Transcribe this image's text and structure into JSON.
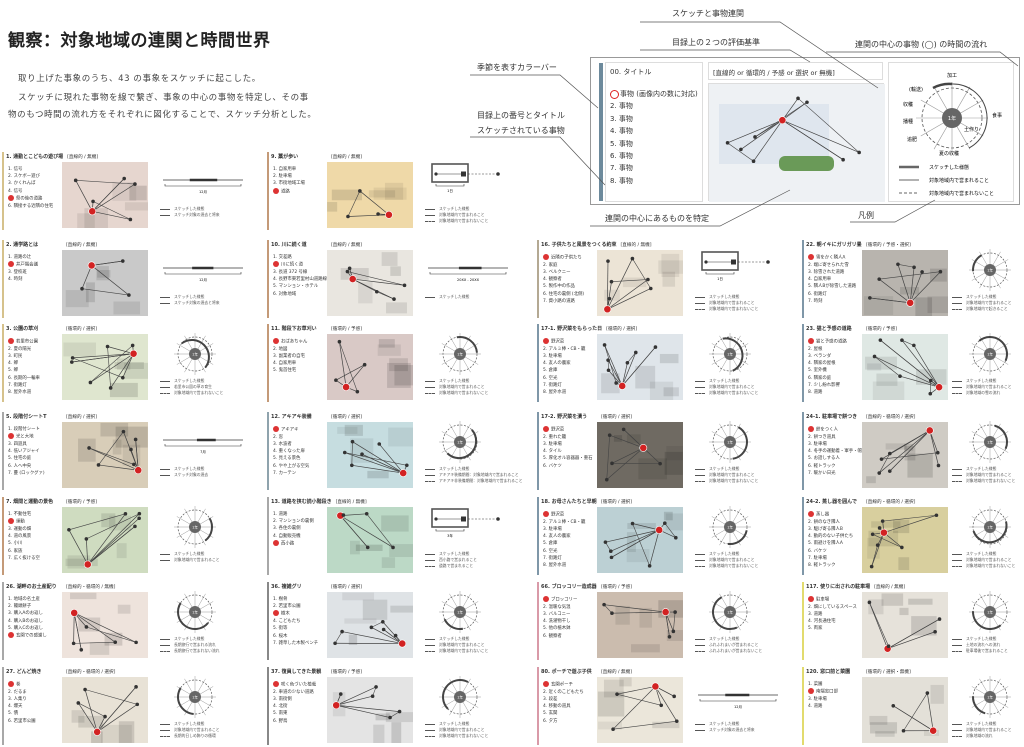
{
  "header": {
    "title": "観察：対象地域の連関と時間世界",
    "intro": [
      "取り上げた事象のうち、43 の事象をスケッチに起こした。",
      "スケッチに現れた事物を線で繋ぎ、事象の中心の事物を特定し、その事",
      "物のもつ時間の流れ方をそれぞれに図化することで、スケッチ分析とした。"
    ]
  },
  "legend": {
    "labels": {
      "sketch_relation": "スケッチと事物連関",
      "criteria": "目録上の２つの評価基準",
      "time_flow": "連関の中心の事物 (◯) の時間の流れ",
      "season_bar": "季節を表すカラーバー",
      "number_title": "目録上の番号とタイトル",
      "sketched_things": "スケッチされている事物",
      "center": "連関の中心にあるものを特定",
      "hanrei": "凡例"
    },
    "sample_title": "00. タイトル",
    "sample_items": [
      "事物 (画像内の数に対応)",
      "2. 事物",
      "3. 事物",
      "4. 事物",
      "5. 事物",
      "6. 事物",
      "7. 事物",
      "8. 事物"
    ],
    "sample_criteria": "[直線的 or 循環的 / 予感 or 選択 or 無機]",
    "clock": {
      "center": "1年",
      "labels": [
        "加工",
        "(輸送)",
        "収穫",
        "播種",
        "追肥",
        "夏の収穫",
        "土作り",
        "食事"
      ]
    },
    "keys": [
      "スケッチした様態",
      "対象地域内で営まれること",
      "対象地域内で営まれないこと"
    ]
  },
  "colors": {
    "accent": "#d22222",
    "bar_blue": "#7f97a8",
    "bar_tan": "#d6c28c",
    "bar_brown": "#c49a78",
    "bar_gray": "#a8a8a8",
    "bar_pink": "#d99aa8",
    "bar_yellow": "#e2db6e"
  },
  "cards": [
    {
      "col": 0,
      "row": 0,
      "bar": "#d6c28c",
      "title": "1. 通勤とこどもの遊び場",
      "criteria": "[直線的 / 無機]",
      "items": [
        "1. 信号",
        "2. スケボー遊び",
        "3. かくれんぼ",
        "4. 信号",
        "祭の後の道路",
        "6. 隣接する近隣の住宅"
      ],
      "hl": 4,
      "diagram": "line",
      "diag_label": "12月",
      "tone": "#e6d6cf",
      "legend": [
        "スケッチした様態",
        "スケッチ対象の過去と将来"
      ]
    },
    {
      "col": 0,
      "row": 1,
      "bar": "#d6c28c",
      "title": "2. 通学路とは",
      "criteria": "[直線的 / 無機]",
      "items": [
        "1. 道路の辻",
        "井戸端会議",
        "3. 登校班",
        "4. 時刻"
      ],
      "hl": 1,
      "diagram": "line",
      "diag_label": "12月",
      "tone": "#c9c9c9",
      "legend": [
        "スケッチした様態",
        "スケッチ対象の過去と将来"
      ]
    },
    {
      "col": 0,
      "row": 2,
      "bar": "#d6c28c",
      "title": "3. 公園の草刈",
      "criteria": "[循環的 / 選択]",
      "items": [
        "若里市公園",
        "2. 夏の陽光",
        "3. 町民",
        "4. 蝉",
        "5. 蝉",
        "6. 長期的一輪車",
        "7. 街路灯",
        "8. 屋外水道"
      ],
      "hl": 0,
      "diagram": "circle",
      "diag_label": "1年",
      "tone": "#dfe6cf",
      "legend": [
        "スケッチした様態",
        "若里市公園の草の育生",
        "対象地域内で営まれないこと"
      ]
    },
    {
      "col": 0,
      "row": 3,
      "bar": "#a8a8a8",
      "title": "5. 段階付シートT",
      "criteria": "[直線的 / 選択]",
      "items": [
        "1. 段階付シート",
        "光と大地",
        "3. 四遊具",
        "4. 低いアジャイ",
        "5. 住宅の庭",
        "6. 人へ中央",
        "7. 蔓 (ロックグァ)"
      ],
      "hl": 1,
      "diagram": "line",
      "diag_label": "7月",
      "tone": "#d8cdb8",
      "legend": [
        "スケッチした様態",
        "スケッチ対象の過去"
      ]
    },
    {
      "col": 0,
      "row": 4,
      "bar": "#c49a78",
      "title": "7. 畑間と運動の景色",
      "criteria": "[循環的 / 予感]",
      "items": [
        "1. 不動住宅",
        "運動",
        "3. 運動の畑",
        "4. 道の風景",
        "5. 小川",
        "6. 家族",
        "7. 広く抜ける空"
      ],
      "hl": 1,
      "diagram": "circle",
      "diag_label": "1年",
      "tone": "#cfdcc0",
      "legend": [
        "スケッチした様態",
        "対象地域内で営まれること"
      ]
    },
    {
      "col": 0,
      "row": 5,
      "bar": "#a8a8a8",
      "title": "26. 湖畔のお土産配り",
      "criteria": "[直線的・循環的 / 無機]",
      "items": [
        "1. 地域の名土産",
        "2. 饅頭餅子",
        "3. 購入Aのお返し",
        "4. 購入Bのお返し",
        "5. 購入Cのお返し",
        "玄関での感謝し"
      ],
      "hl": 5,
      "diagram": "circle",
      "diag_label": "1年",
      "tone": "#eee3dc",
      "legend": [
        "スケッチした様態",
        "長期旅行で営まれる流れ",
        "長期旅行で営まれない流れ"
      ]
    },
    {
      "col": 0,
      "row": 6,
      "bar": "#a8a8a8",
      "title": "27. どんど焼き",
      "criteria": "[直線的・循環的 / 選択]",
      "items": [
        "巻",
        "2. だるま",
        "3. 人集り",
        "4. 爆天",
        "5. 債",
        "6. 若里市公園"
      ],
      "hl": 0,
      "diagram": "circle",
      "diag_label": "1年",
      "tone": "#e8e2d6",
      "legend": [
        "スケッチした様態",
        "対象地域内で営まれること",
        "長期的日しめ飾りの循環"
      ]
    },
    {
      "col": 1,
      "row": 0,
      "bar": "#c49a78",
      "title": "9. 藁が歩い",
      "criteria": "[直線的 / 無機]",
      "items": [
        "1. 自家用車",
        "2. 駐車場",
        "3. 市街地域工場",
        "道路"
      ],
      "hl": 3,
      "diagram": "box",
      "diag_label": "1日",
      "tone": "#efd9a8",
      "legend": [
        "スケッチした様態",
        "対象地域内で営まれること",
        "対象地域内で営まれないこと"
      ]
    },
    {
      "col": 1,
      "row": 1,
      "bar": "#c49a78",
      "title": "10. 川に続く道",
      "criteria": "[直線的 / 無機]",
      "items": [
        "1. 交差路",
        "川に続く道",
        "3. 長道 372 号線",
        "4. 長野市東若里村山道路線",
        "5. マンション・ホテル",
        "6. 対象地域"
      ],
      "hl": 1,
      "diagram": "line",
      "diag_label": "20XX - 20XX",
      "tone": "#e9e6e0",
      "legend": [
        "スケッチした様態"
      ]
    },
    {
      "col": 1,
      "row": 2,
      "bar": "#c49a78",
      "title": "11. 階段下お草刈い",
      "criteria": "[循環的 / 予感]",
      "items": [
        "おばあちゃん",
        "2. 地図",
        "3. 副業者の自宅",
        "4. 自家用車",
        "5. 鬼首住宅"
      ],
      "hl": 0,
      "diagram": "circle",
      "diag_label": "1年",
      "tone": "#d9c9c6",
      "legend": [
        "スケッチした様態",
        "対象地域内で営まれること",
        "対象地域内で営まれないこと"
      ]
    },
    {
      "col": 1,
      "row": 3,
      "bar": "#8fa3ad",
      "title": "12. アキアキ装備",
      "criteria": "[循環的 / 選択]",
      "items": [
        "アキアキ",
        "2. 窓",
        "3. 水波者",
        "4. 重くなった扉",
        "5. 見える景色",
        "6. やや上がる空気",
        "7. カーテン"
      ],
      "hl": 0,
      "diagram": "circle",
      "diag_label": "1年",
      "tone": "#c6dde0",
      "legend": [
        "スケッチした様態",
        "アキアキ装備期間：対象地域内で営まれること",
        "アキアキ非装備期間：対象地域内で営まれること"
      ]
    },
    {
      "col": 1,
      "row": 4,
      "bar": "#a8a8a8",
      "title": "13. 道路を挟む読小階段き",
      "criteria": "[直線的 / 無機]",
      "items": [
        "1. 道路",
        "2. マンションの裏側",
        "3. 各住の裏側",
        "4. 自動販売機",
        "西小路"
      ],
      "hl": 4,
      "diagram": "box",
      "diag_label": "3年",
      "tone": "#bcd9c6",
      "legend": [
        "スケッチした様態",
        "西小路で営まれること",
        "道路で営まれること"
      ]
    },
    {
      "col": 1,
      "row": 5,
      "bar": "#888888",
      "title": "36. 複雑グリ",
      "criteria": "[循環的 / 選択]",
      "items": [
        "1. 樹骨",
        "2. 若里市公園",
        "樹木",
        "4. こどもたち",
        "5. 街等",
        "6. 桜木",
        "7. 雑草した木製ベンチ"
      ],
      "hl": 2,
      "diagram": "circle",
      "diag_label": "1年",
      "tone": "#dfe3e6",
      "legend": [
        "スケッチした様態",
        "対象地域内で営まれること",
        "対象地域内で営まれないこと"
      ]
    },
    {
      "col": 1,
      "row": 6,
      "bar": "#888888",
      "title": "37. 復員してきた景観",
      "criteria": "[循環的 / 予感]",
      "items": [
        "咲く色づいた植栽",
        "2. 車道の少ない道路",
        "3. 南街側",
        "4. 北街",
        "5. 南東",
        "6. 野鳥"
      ],
      "hl": 0,
      "diagram": "circle",
      "diag_label": "1年",
      "tone": "#e4e4e4",
      "legend": [
        "スケッチした様態",
        "対象地域内で営まれること",
        "対象地域内で営まれないこと"
      ]
    },
    {
      "col": 2,
      "row": 1,
      "bar": "#b4a993",
      "title": "16. 子供たちと風景をつくる約束",
      "criteria": "[直線的 / 無機]",
      "items": [
        "近隣の子供たち",
        "2. 家庭",
        "3. ベルクニー",
        "4. 観察者",
        "5. 製作中の作品",
        "6. 住宅の裏側 (北側)",
        "7. 資小路の道路"
      ],
      "hl": 0,
      "diagram": "box",
      "diag_label": "1日",
      "tone": "#ece4d6",
      "legend": [
        "スケッチした様態",
        "対象地域内で営まれること",
        "対象地域内で営まれないこと"
      ]
    },
    {
      "col": 2,
      "row": 2,
      "bar": "#7f97a8",
      "title": "17-1. 野沢菜をもらった日",
      "criteria": "[循環的 / 選択]",
      "items": [
        "野沢菜",
        "2. アルミ棒・CB・籠",
        "3. 駐車場",
        "4. 友人の農家",
        "5. 倉庫",
        "6. 空光",
        "7. 街路灯",
        "8. 屋外水道"
      ],
      "hl": 0,
      "diagram": "circle",
      "diag_label": "1年",
      "tone": "#dfe5ea",
      "legend": [
        "スケッチした様態",
        "対象地域内で営まれること",
        "対象地域内で営まれないこと"
      ]
    },
    {
      "col": 2,
      "row": 3,
      "bar": "#7f97a8",
      "title": "17-2. 野沢菜を漬う",
      "criteria": "[循環的 / 選択]",
      "items": [
        "野沢菜",
        "2. 重れた籠",
        "3. 駐車場",
        "4. タイル",
        "5. 厚化オル容器器・重石",
        "6. バケツ"
      ],
      "hl": 0,
      "diagram": "circle",
      "diag_label": "1年",
      "tone": "#6f6a62",
      "legend": [
        "スケッチした様態",
        "対象地域内で営まれること",
        "対象地域内で営まれないこと"
      ]
    },
    {
      "col": 2,
      "row": 4,
      "bar": "#7f97a8",
      "title": "18. お母さんたちと早朝",
      "criteria": "[循環的 / 選択]",
      "items": [
        "野沢菜",
        "2. アルミ棒・CB・籠",
        "3. 駐車場",
        "4. 友人の農家",
        "5. 倉庫",
        "6. 空光",
        "7. 街路灯",
        "8. 屋外水道"
      ],
      "hl": 0,
      "diagram": "circle",
      "diag_label": "1年",
      "tone": "#bcd0d4",
      "legend": [
        "スケッチした様態",
        "対象地域内で営まれること",
        "対象地域内で営まれないこと"
      ]
    },
    {
      "col": 2,
      "row": 5,
      "bar": "#d99aa8",
      "title": "66. ブロッコリー造成器",
      "criteria": "[循環的 / 予感]",
      "items": [
        "ブロッコリー",
        "2. 温暖な気温",
        "3. バルコニー",
        "4. 洗濯物干し",
        "5. 他の植木鉢",
        "6. 観察者"
      ],
      "hl": 0,
      "diagram": "circle",
      "diag_label": "1年",
      "tone": "#cbbcae",
      "legend": [
        "スケッチした様態",
        "ふれふれまいが営まれること",
        "ふれふれまいが営まれないこと"
      ]
    },
    {
      "col": 2,
      "row": 6,
      "bar": "#d99aa8",
      "title": "80. ポーチで遊ぶ子供",
      "criteria": "[直線的 / 無機]",
      "items": [
        "玄関ポーチ",
        "2. 近くのこどもたち",
        "3. 段差",
        "4. 移動の道具",
        "5. 玄関",
        "6. 夕方"
      ],
      "hl": 0,
      "diagram": "line",
      "diag_label": "12月",
      "tone": "#ebe6da",
      "legend": [
        "スケッチした様態",
        "スケッチ対象の過去と将来"
      ]
    },
    {
      "col": 3,
      "row": 1,
      "bar": "#7f97a8",
      "title": "22. 朝イキにガリガリ畳",
      "criteria": "[循環的 / 予感・選択]",
      "items": [
        "雪をかく隣人A",
        "2. 端に寄せられた雪",
        "3. 除雪された道路",
        "4. 自家用車",
        "5. 隣人Bが除雪した道路",
        "6. 街路灯",
        "7. 時刻"
      ],
      "hl": 0,
      "diagram": "circle",
      "diag_label": "1年",
      "tone": "#b8b4ae",
      "legend": [
        "スケッチした様態",
        "対象地域内で営まれること",
        "対象地域内で起きること"
      ]
    },
    {
      "col": 3,
      "row": 2,
      "bar": "#7f97a8",
      "title": "23. 猫と予感の道路",
      "criteria": "[循環的 / 予感]",
      "items": [
        "猫と予感の道路",
        "2. 屋根",
        "3. ベランダ",
        "4. 隣家の屋根",
        "5. 室外機",
        "6. 隣家の庭",
        "7. 少し紛れ影響",
        "8. 道路"
      ],
      "hl": 0,
      "diagram": "circle",
      "diag_label": "1年",
      "tone": "#dfe8e4",
      "legend": [
        "スケッチした様態",
        "対象地域内で営まれること",
        "対象地域の雪の流れ"
      ]
    },
    {
      "col": 3,
      "row": 3,
      "bar": "#7f97a8",
      "title": "24-1. 駐車場で餅つき",
      "criteria": "[直線的・循環的 / 選択]",
      "items": [
        "餅をつく人",
        "2. 餅つき道具",
        "3. 駐車場",
        "4. 冬手の運動着・軍手・帽子",
        "5. お話しする人",
        "6. 軽トラック",
        "7. 暖かい日光"
      ],
      "hl": 0,
      "diagram": "circle",
      "diag_label": "1年",
      "tone": "#cfcbc4",
      "legend": [
        "スケッチした様態",
        "対象地域内で営まれること",
        "対象地域内で営まれないこと"
      ]
    },
    {
      "col": 3,
      "row": 4,
      "bar": "#7f97a8",
      "title": "24-2. 蒸し器を囲んで",
      "criteria": "[直線的・循環的 / 選択]",
      "items": [
        "蒸し器",
        "2. 餅のなき隣人",
        "3. 駆け寄る隣人B",
        "4. 動的のない子供たち",
        "5. 雨避けを隣人A",
        "6. バケツ",
        "7. 駐車場",
        "8. 軽トラック"
      ],
      "hl": 0,
      "diagram": "circle",
      "diag_label": "1年",
      "tone": "#d8cf9e",
      "legend": [
        "スケッチした様態",
        "対象地域内で営まれること",
        "対象地域内で営まれないこと"
      ]
    },
    {
      "col": 3,
      "row": 5,
      "bar": "#e2db6e",
      "title": "117. 使りに出されの駐車場",
      "criteria": "[直線的 / 無機]",
      "items": [
        "駐車場",
        "2. 畑にしているスペース",
        "3. 道路",
        "4. 河長通住宅",
        "5. 両家"
      ],
      "hl": 0,
      "diagram": "circle",
      "diag_label": "1年",
      "tone": "#e6e2da",
      "legend": [
        "スケッチした様態",
        "土地の流れへの流れ",
        "駐車場後で営まれること"
      ]
    },
    {
      "col": 3,
      "row": 6,
      "bar": "#e2db6e",
      "title": "120. 窓口前と菜園",
      "criteria": "[循環的 / 選択・無機]",
      "items": [
        "1. 菜園",
        "南端窓口部",
        "3. 駐車場",
        "4. 道路"
      ],
      "hl": 1,
      "diagram": "circle",
      "diag_label": "1年",
      "tone": "#e3e0d8",
      "legend": [
        "スケッチした様態",
        "対象地域内で営まれること",
        "対象地域の流れ"
      ]
    }
  ]
}
